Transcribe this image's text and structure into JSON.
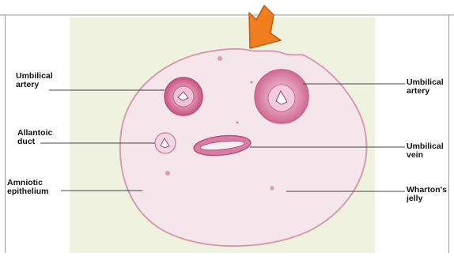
{
  "labels": {
    "umbilical_artery_left": "Umbilical\nartery",
    "allantoic_duct": "Allantoic\nduct",
    "amniotic_epithelium": "Amniotic\nepithelium",
    "umbilical_artery_right": "Umbilical\nartery",
    "umbilical_vein": "Umbilical\nvein",
    "whartons_jelly": "Wharton's\njelly"
  },
  "colors": {
    "slide_background": "#eef2df",
    "tissue_fill": "#f4e6ea",
    "tissue_edge": "#d89bb0",
    "vessel_wall": "#d97ea1",
    "vessel_wall_dark": "#b94f7c",
    "arrow": "#f07d1e",
    "arrow_outline": "#c45a0c"
  },
  "icons": {
    "pointer": "arrow-down-left-icon"
  }
}
